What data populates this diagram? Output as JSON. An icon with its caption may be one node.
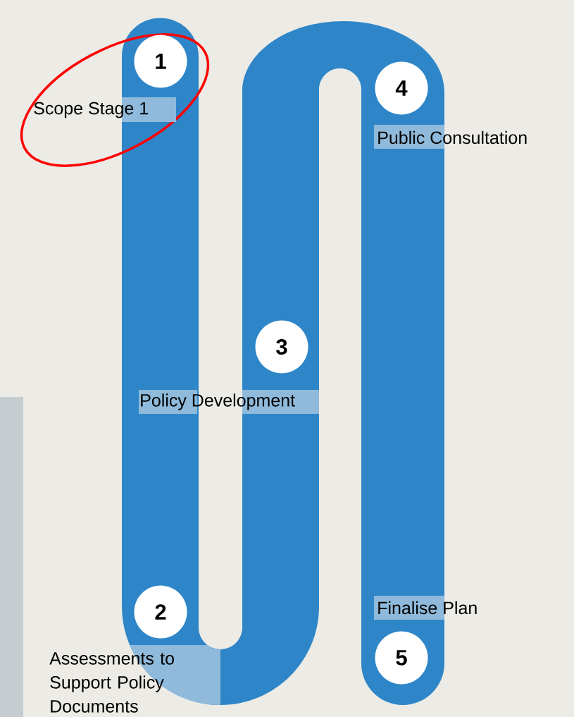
{
  "diagram": {
    "nodes": [
      {
        "text": [
          "1"
        ],
        "beside": [
          "Scope Stage 1"
        ]
      },
      {
        "text": [
          "2"
        ],
        "beside": [
          "Assessments to Support Policy Documents"
        ]
      },
      {
        "text": [
          "3"
        ],
        "beside": [
          "Policy Development"
        ]
      },
      {
        "text": [
          "4"
        ],
        "beside": [
          "Public Consultation"
        ]
      },
      {
        "text": [
          "5"
        ],
        "beside": [
          "Finalise Plan"
        ]
      }
    ]
  }
}
